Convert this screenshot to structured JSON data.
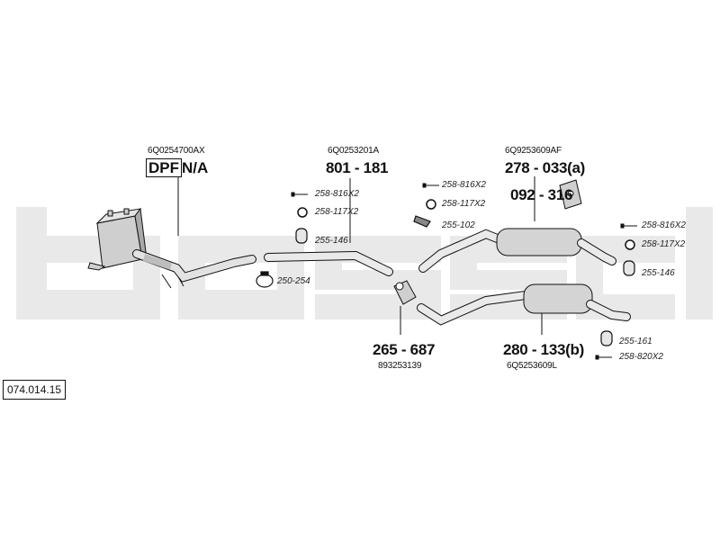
{
  "diagram_number": "074.014.15",
  "dpf": {
    "tag": "DPF",
    "value": "N/A",
    "oem": "6Q0254700AX"
  },
  "parts": {
    "p801_181": {
      "number": "801 - 181",
      "oem": "6Q0253201A"
    },
    "p278_033": {
      "number": "278 - 033(a)",
      "oem": "6Q9253609AF"
    },
    "p092_316": {
      "number": "092 - 316"
    },
    "p265_687": {
      "number": "265 - 687",
      "oem": "893253139"
    },
    "p280_133": {
      "number": "280 - 133(b)",
      "oem": "6Q5253609L"
    }
  },
  "fittings": {
    "f1": "258-816X2",
    "f2": "258-117X2",
    "f3": "255-146",
    "f4": "250-254",
    "f5": "258-816X2",
    "f6": "258-117X2",
    "f7": "255-102",
    "f8": "258-816X2",
    "f9": "258-117X2",
    "f10": "255-146",
    "f11": "255-161",
    "f12": "258-820X2"
  },
  "colors": {
    "watermark": "#e9e9e9",
    "line": "#111111",
    "part_fill": "#cfcfcf"
  },
  "icons": [
    "bolt-icon",
    "nut-icon",
    "hanger-icon",
    "clamp-icon",
    "bracket-icon"
  ]
}
